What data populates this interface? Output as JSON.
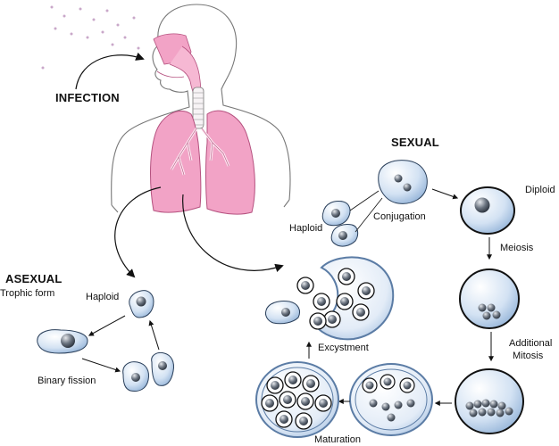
{
  "labels": {
    "infection": "INFECTION",
    "sexual": "SEXUAL",
    "asexual": "ASEXUAL",
    "trophic_form": "Trophic form",
    "haploid_asexual": "Haploid",
    "binary_fission": "Binary fission",
    "haploid_sexual": "Haploid",
    "conjugation": "Conjugation",
    "diploid": "Diploid",
    "meiosis": "Meiosis",
    "additional": "Additional",
    "mitosis": "Mitosis",
    "excystment": "Excystment",
    "maturation": "Maturation"
  },
  "colors": {
    "lung_fill": "#f2a3c6",
    "lung_stroke": "#b5517f",
    "cell_fill": "#c9dbef",
    "cell_stroke": "#2a3f5a",
    "nucleus": "#4a5563",
    "outline": "#777777"
  }
}
